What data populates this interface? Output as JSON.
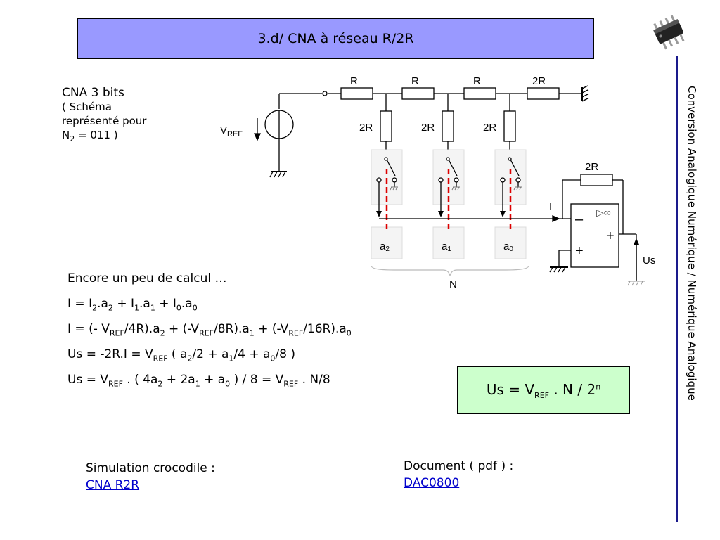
{
  "title": "3.d/  CNA à réseau R/2R",
  "sidebar_text": "Conversion Analogique Numérique / Numérique Analogique",
  "intro": {
    "line1": "CNA 3 bits",
    "line2": "( Schéma",
    "line3": "représenté pour",
    "line4_pre": "N",
    "line4_sub": "2",
    "line4_post": " = 011 )"
  },
  "circuit": {
    "vref_main": "V",
    "vref_sub": "REF",
    "series_resistors": [
      "R",
      "R",
      "R",
      "2R"
    ],
    "shunt_resistors": [
      "2R",
      "2R",
      "2R"
    ],
    "feedback_resistor": "2R",
    "bits": [
      {
        "main": "a",
        "sub": "2"
      },
      {
        "main": "a",
        "sub": "1"
      },
      {
        "main": "a",
        "sub": "0"
      }
    ],
    "current_label": "I",
    "output_label": "Us",
    "bus_label": "N",
    "opamp_symbol": "▷∞",
    "minus_sign": "–",
    "plus_sign": "+"
  },
  "formulas": {
    "header": "Encore un peu de calcul …",
    "eq1": "I = I2.a2 + I1.a1 + I0.a0",
    "eq2": "I = (- VREF/4R).a2 + (-VREF/8R).a1 + (-VREF/16R).a0",
    "eq3": "Us = -2R.I = VREF ( a2/2 + a1/4 + a0/8 )",
    "eq4": "Us = VREF . ( 4a2 + 2a1 + a0 ) / 8 = VREF . N/8"
  },
  "result": {
    "pre": "Us = V",
    "sub": "REF",
    "mid": " . N / 2",
    "sup": "n"
  },
  "simulation": {
    "label": "Simulation crocodile :",
    "link": "CNA R2R"
  },
  "document": {
    "label": "Document ( pdf ) :",
    "link": "DAC0800"
  },
  "colors": {
    "title_bg": "#9999ff",
    "result_bg": "#ccffcc",
    "sidebar_line": "#1a1a8c",
    "switch_dash": "#dd0000",
    "link": "#0000cc"
  },
  "icons": [
    "ic-chip-icon",
    "ground-icon",
    "voltage-source-icon",
    "resistor-icon",
    "switch-icon",
    "opamp-icon"
  ]
}
